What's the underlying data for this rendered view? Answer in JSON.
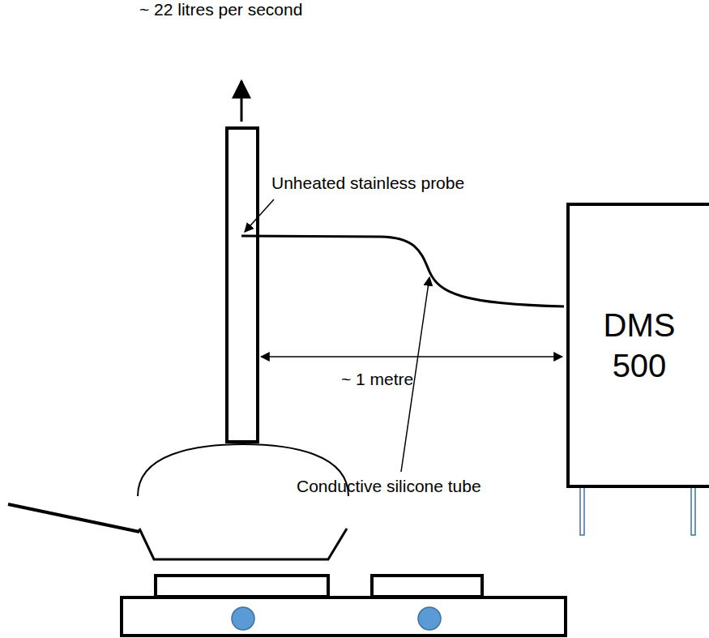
{
  "diagram": {
    "nodes": [
      {
        "text": [
          "DMS 500"
        ]
      }
    ],
    "labels": [
      "~ 22 litres per second",
      "Unheated stainless probe",
      "Conductive silicone tube",
      "~ 1 metre"
    ]
  }
}
